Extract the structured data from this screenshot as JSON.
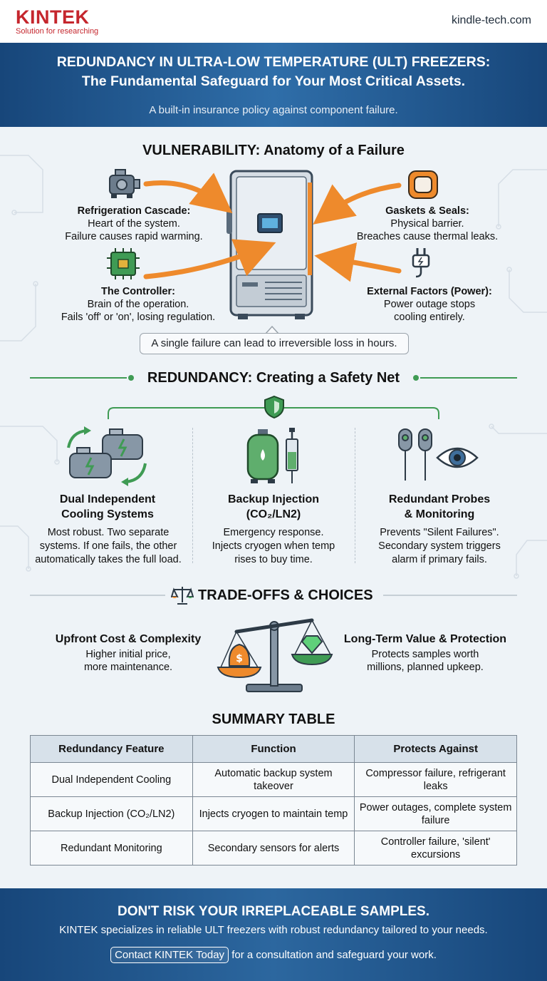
{
  "brand": {
    "name": "KINTEK",
    "tagline": "Solution for researching",
    "url": "kindle-tech.com"
  },
  "hero": {
    "title_line1": "REDUNDANCY IN ULTRA-LOW TEMPERATURE (ULT) FREEZERS:",
    "title_line2": "The Fundamental Safeguard for Your Most Critical Assets.",
    "subtitle": "A built-in insurance policy against component failure."
  },
  "vulnerability": {
    "title": "VULNERABILITY: Anatomy of a Failure",
    "items": [
      {
        "title": "Refrigeration Cascade:",
        "line1": "Heart of the system.",
        "line2": "Failure causes rapid warming.",
        "icon": "compressor-icon"
      },
      {
        "title": "The Controller:",
        "line1": "Brain of the operation.",
        "line2": "Fails 'off' or 'on', losing regulation.",
        "icon": "chip-icon"
      },
      {
        "title": "Gaskets & Seals:",
        "line1": "Physical barrier.",
        "line2": "Breaches cause thermal leaks.",
        "icon": "gasket-icon"
      },
      {
        "title": "External Factors (Power):",
        "line1": "Power outage stops",
        "line2": "cooling entirely.",
        "icon": "plug-icon"
      }
    ],
    "callout": "A single failure can lead to irreversible loss in hours."
  },
  "redundancy": {
    "title": "REDUNDANCY: Creating a Safety Net",
    "columns": [
      {
        "title1": "Dual Independent",
        "title2": "Cooling Systems",
        "desc": [
          "Most robust. Two separate",
          "systems. If one fails, the other",
          "automatically takes the full load."
        ],
        "icon": "dual-compressor-icon"
      },
      {
        "title1": "Backup Injection",
        "title2": "(CO₂/LN2)",
        "desc": [
          "Emergency response.",
          "Injects cryogen when temp",
          "rises to buy time."
        ],
        "icon": "tank-syringe-icon"
      },
      {
        "title1": "Redundant Probes",
        "title2": "& Monitoring",
        "desc": [
          "Prevents \"Silent Failures\".",
          "Secondary system triggers",
          "alarm if primary fails."
        ],
        "icon": "probes-eye-icon"
      }
    ]
  },
  "tradeoffs": {
    "title": "TRADE-OFFS & CHOICES",
    "left": {
      "title": "Upfront Cost & Complexity",
      "line1": "Higher initial price,",
      "line2": "more maintenance."
    },
    "right": {
      "title": "Long-Term Value & Protection",
      "line1": "Protects samples worth",
      "line2": "millions, planned upkeep."
    }
  },
  "summary": {
    "title": "SUMMARY TABLE",
    "headers": [
      "Redundancy Feature",
      "Function",
      "Protects Against"
    ],
    "rows": [
      [
        "Dual Independent Cooling",
        "Automatic backup system takeover",
        "Compressor failure, refrigerant leaks"
      ],
      [
        "Backup Injection (CO₂/LN2)",
        "Injects cryogen to maintain temp",
        "Power outages, complete system failure"
      ],
      [
        "Redundant Monitoring",
        "Secondary sensors for alerts",
        "Controller failure, 'silent' excursions"
      ]
    ]
  },
  "footer": {
    "title": "DON'T RISK YOUR IRREPLACEABLE SAMPLES.",
    "text": "KINTEK specializes in reliable ULT freezers with robust redundancy tailored to your needs.",
    "button": "Contact KINTEK Today",
    "after_button": " for a consultation and safeguard your work."
  },
  "colors": {
    "accent_orange": "#ee8a2c",
    "accent_green": "#3f9b54",
    "navy": "#17467a",
    "brand_red": "#c5262d"
  }
}
